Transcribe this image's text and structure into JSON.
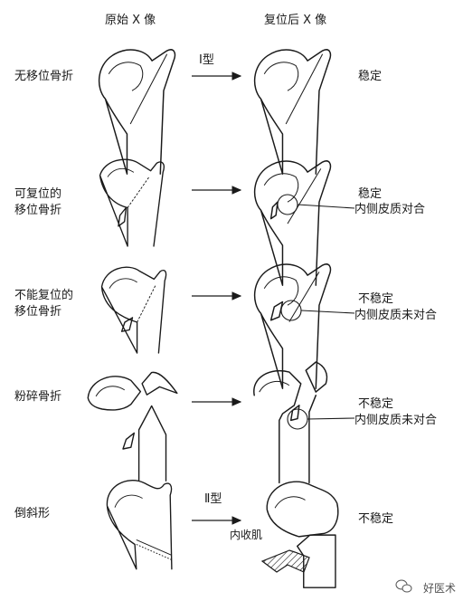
{
  "headers": {
    "original": "原始 X 像",
    "reduced": "复位后 X 像"
  },
  "rows": [
    {
      "label": [
        "无移位骨折"
      ],
      "arrow_label": "Ⅰ型",
      "result": [
        "稳定"
      ]
    },
    {
      "label": [
        "可复位的",
        "移位骨折"
      ],
      "arrow_label": "",
      "result": [
        "稳定",
        "内侧皮质对合"
      ]
    },
    {
      "label": [
        "不能复位的",
        "移位骨折"
      ],
      "arrow_label": "",
      "result": [
        "不稳定",
        "内侧皮质未对合"
      ]
    },
    {
      "label": [
        "粉碎骨折"
      ],
      "arrow_label": "",
      "result": [
        "不稳定",
        "内侧皮质未对合"
      ]
    },
    {
      "label": [
        "倒斜形"
      ],
      "arrow_label": "Ⅱ型",
      "result": [
        "不稳定"
      ]
    }
  ],
  "muscle_label": "内收肌",
  "watermark": "好医术"
}
